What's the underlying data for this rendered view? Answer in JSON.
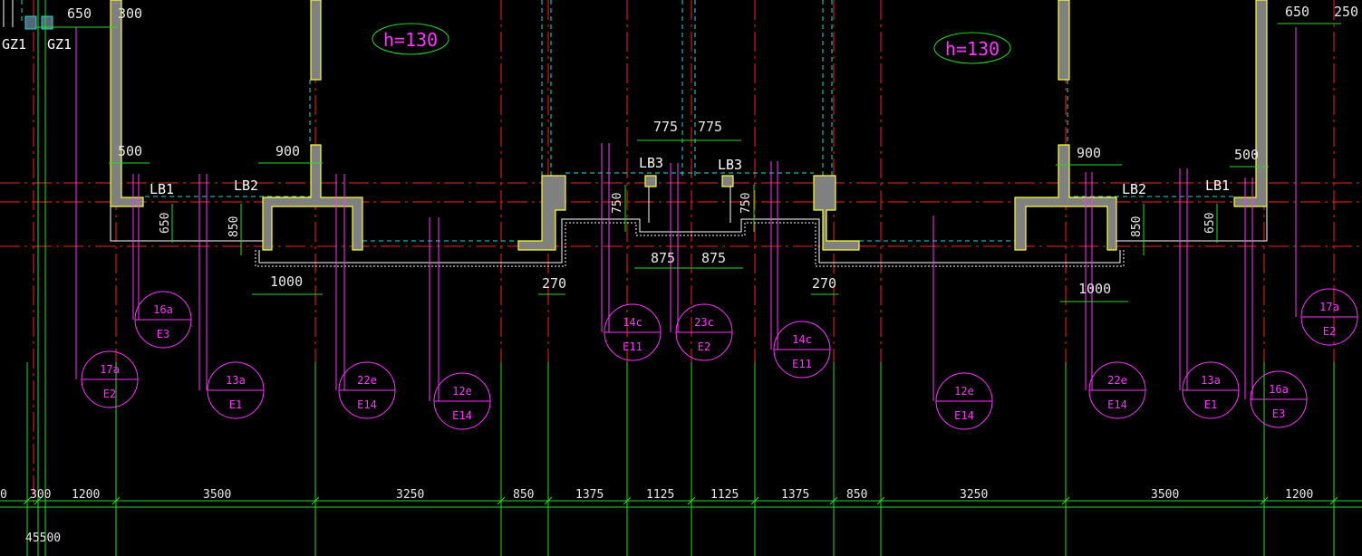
{
  "colors": {
    "background": "#000000",
    "wall_fill": "#808080",
    "wall_edge": "#ffff33",
    "grid_red": "#ff2020",
    "dim_green": "#22dd22",
    "tag_magenta": "#ff33ff",
    "hidden_cyan": "#22dddd",
    "text_white": "#e8e8e8"
  },
  "slab_labels": [
    "h=130",
    "h=130"
  ],
  "column_labels": [
    "GZ1",
    "GZ1"
  ],
  "beam_labels": [
    "LB1",
    "LB2",
    "LB3",
    "LB3",
    "LB2",
    "LB1"
  ],
  "top_dimensions": [
    "650",
    "300",
    "650",
    "250"
  ],
  "detail_dimensions": [
    "500",
    "900",
    "775",
    "775",
    "900",
    "500",
    "650",
    "850",
    "750",
    "750",
    "850",
    "650",
    "875",
    "875",
    "1000",
    "270",
    "270",
    "1000"
  ],
  "bottom_dimensions": [
    "0",
    "300",
    "1200",
    "3500",
    "3250",
    "850",
    "1375",
    "1125",
    "1125",
    "1375",
    "850",
    "3250",
    "3500",
    "1200"
  ],
  "total_dimension": "45500",
  "tags": [
    {
      "top": "16a",
      "bottom": "E3"
    },
    {
      "top": "17a",
      "bottom": "E2"
    },
    {
      "top": "13a",
      "bottom": "E1"
    },
    {
      "top": "22e",
      "bottom": "E14"
    },
    {
      "top": "12e",
      "bottom": "E14"
    },
    {
      "top": "14c",
      "bottom": "E11"
    },
    {
      "top": "23c",
      "bottom": "E2"
    },
    {
      "top": "14c",
      "bottom": "E11"
    },
    {
      "top": "12e",
      "bottom": "E14"
    },
    {
      "top": "22e",
      "bottom": "E14"
    },
    {
      "top": "13a",
      "bottom": "E1"
    },
    {
      "top": "16a",
      "bottom": "E3"
    },
    {
      "top": "17a",
      "bottom": "E2"
    }
  ]
}
